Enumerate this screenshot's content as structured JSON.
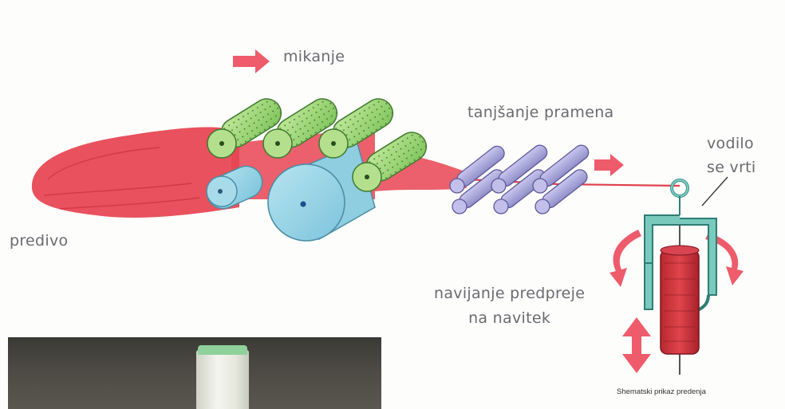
{
  "labels": {
    "carding": "mikanje",
    "drafting": "tanjšanje pramena",
    "guide_line1": "vodilo",
    "guide_line2": "se vrti",
    "roving": "predivo",
    "winding_line1": "navijanje predpreje",
    "winding_line2": "na navitek"
  },
  "caption": "Shematski prikaz predenja",
  "colors": {
    "fibre": "#e23c48",
    "card_roller": "#9ed47a",
    "feed_roller": "#8fcde0",
    "draft_roller": "#a9a6d6",
    "flyer": "#6ec3b8",
    "arrow": "#ee5b6b"
  },
  "icons": [
    "right-arrow-icon",
    "rotation-arrow-icon",
    "vertical-double-arrow-icon"
  ]
}
